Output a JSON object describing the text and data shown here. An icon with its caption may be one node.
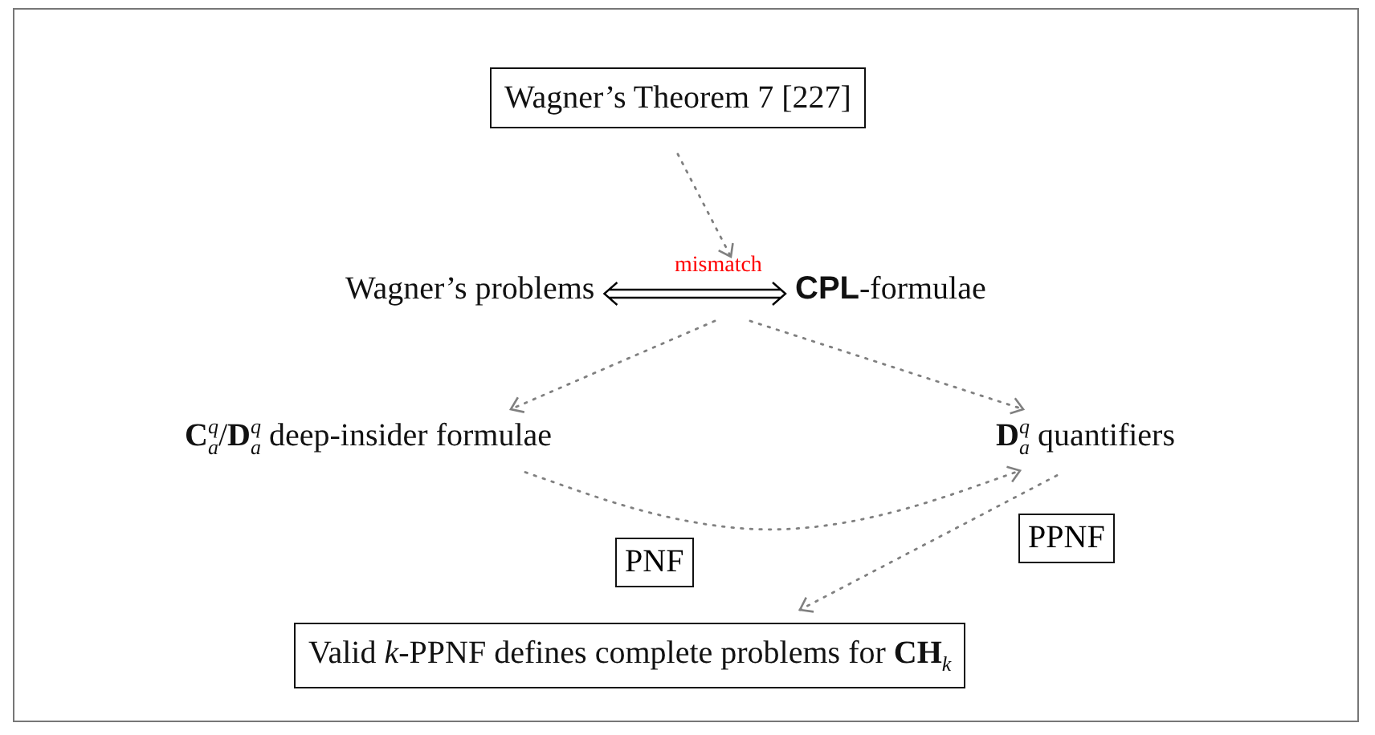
{
  "diagram": {
    "nodes": [
      {
        "text": [
          "Wagner’s Theorem 7 [227]"
        ]
      },
      {
        "text": [
          "Wagner’s problems"
        ]
      },
      {
        "text": [
          "**CPL**-formulae"
        ]
      },
      {
        "text": [
          "**C**$^{q}$$_{a}$/**D**$^{q}$$_{a}$ deep-insider formulae"
        ]
      },
      {
        "text": [
          "**D**$^{q}$$_{a}$ quantifiers"
        ]
      },
      {
        "text": [
          "Valid *k*-PPNF defines complete problems for **CH**$_{k}$"
        ]
      }
    ],
    "edges": [
      {
        "from": 0,
        "to": null,
        "arrow": "to",
        "style": "dashed"
      },
      {
        "from": 1,
        "to": 2,
        "arrow": "both",
        "label": "mismatch",
        "color": "#000000"
      },
      {
        "from": null,
        "to": 3,
        "arrow": "to",
        "style": "dashed"
      },
      {
        "from": null,
        "to": 4,
        "arrow": "to",
        "style": "dashed"
      },
      {
        "from": 3,
        "to": 4,
        "arrow": "to",
        "style": "dashed",
        "label": "PNF"
      },
      {
        "from": 4,
        "to": 5,
        "arrow": "to",
        "style": "dashed",
        "label": "PPNF"
      }
    ]
  }
}
